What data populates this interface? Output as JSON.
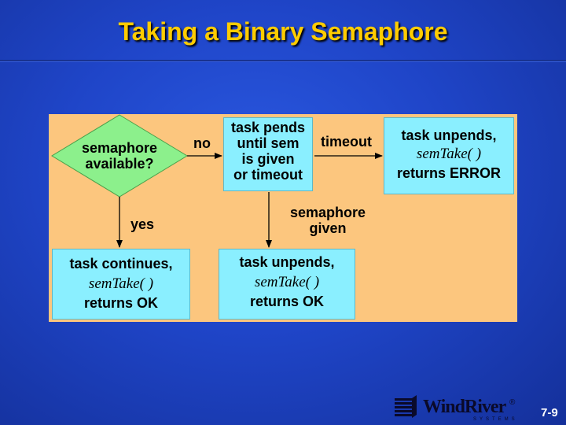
{
  "title": "Taking a Binary Semaphore",
  "diagram": {
    "decision": {
      "line1": "semaphore",
      "line2": "available?"
    },
    "pend_box": {
      "line1": "task pends",
      "line2": "until sem",
      "line3": "is given",
      "line4": "or timeout"
    },
    "error_box": {
      "line1": "task unpends,",
      "call": "semTake( )",
      "line3": "returns ERROR"
    },
    "ok_box_left": {
      "line1": "task continues,",
      "call": "semTake( )",
      "line3": "returns OK"
    },
    "ok_box_mid": {
      "line1": "task unpends,",
      "call": "semTake( )",
      "line3": "returns OK"
    },
    "labels": {
      "no": "no",
      "yes": "yes",
      "timeout": "timeout",
      "given_line1": "semaphore",
      "given_line2": "given"
    }
  },
  "footer": {
    "logo_text": "WindRiver",
    "logo_sub": "SYSTEMS",
    "registered": "®",
    "page": "7-9"
  },
  "colors": {
    "background": "#1f45c8",
    "title": "#ffcc00",
    "panel": "#fcc67e",
    "box": "#8aefff",
    "decision": "#8cf08c"
  }
}
